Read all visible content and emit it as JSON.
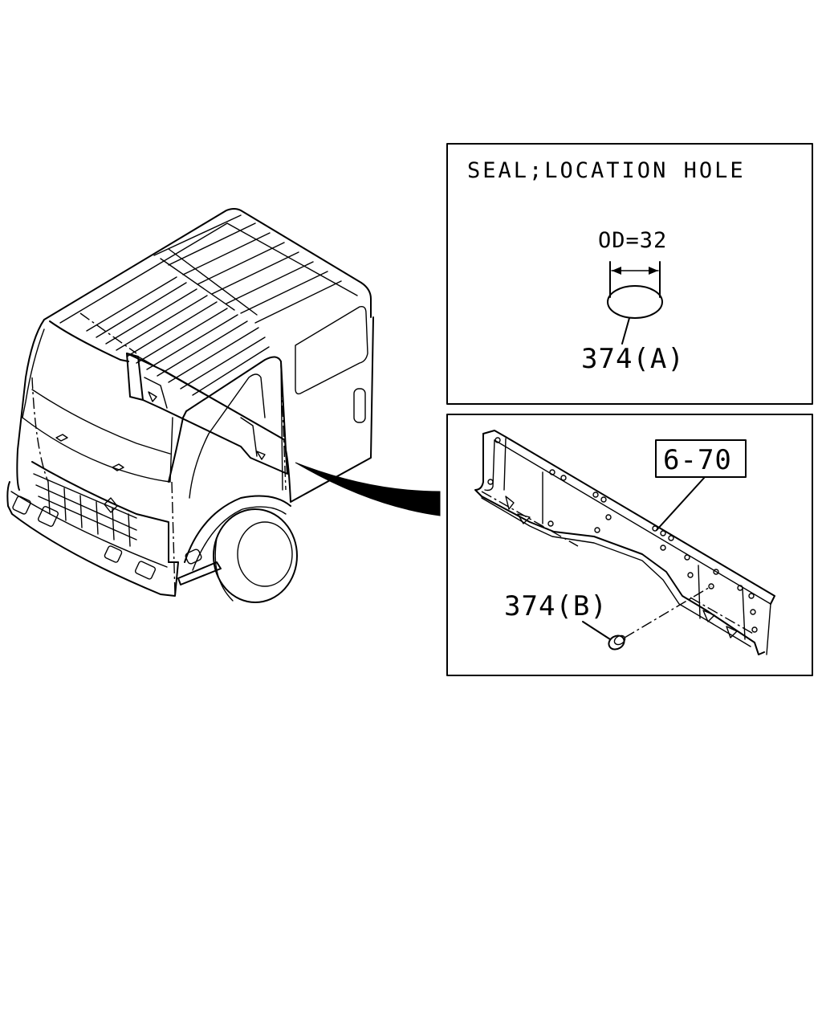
{
  "detail_box": {
    "title": "SEAL;LOCATION HOLE",
    "dimension_label": "OD=32",
    "part_label": "374(A)"
  },
  "frame_box": {
    "reference_label": "6-70",
    "part_label": "374(B)"
  },
  "icons": {
    "truck": "truck-cab-illustration",
    "seal": "round-seal-plug",
    "frame": "cab-frame-member"
  }
}
